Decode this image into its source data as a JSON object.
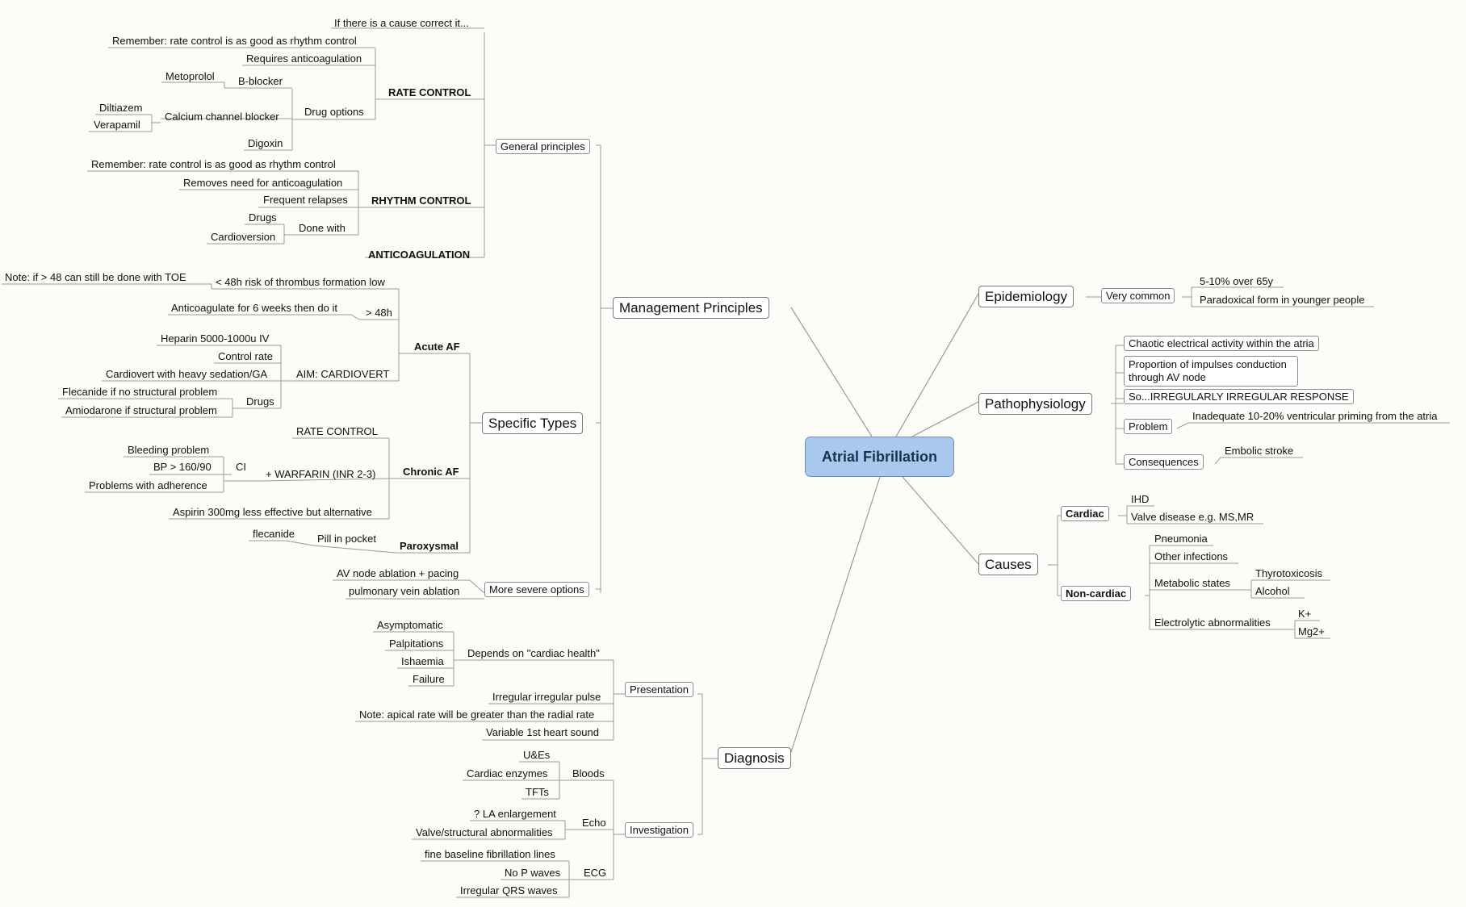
{
  "center": "Atrial Fibrillation",
  "colors": {
    "center_fill": "#a9c8ee",
    "center_border": "#6b8fbf",
    "line": "#9a9a9a",
    "background": "#fcfcf8"
  },
  "mgmt": {
    "title": "Management Principles",
    "general": {
      "title": "General principles",
      "cause": "If there is a cause correct it...",
      "rate": {
        "title": "RATE CONTROL",
        "remember": "Remember: rate control is as good as rhythm control",
        "anticoag": "Requires anticoagulation",
        "drug_options": "Drug options",
        "bblocker": "B-blocker",
        "metoprolol": "Metoprolol",
        "ccb": "Calcium channel blocker",
        "diltiazem": "Diltiazem",
        "verapamil": "Verapamil",
        "digoxin": "Digoxin"
      },
      "rhythm": {
        "title": "RHYTHM CONTROL",
        "remember": "Remember: rate control is as good as rhythm control",
        "removes": "Removes need for anticoagulation",
        "relapses": "Frequent relapses",
        "done_with": "Done with",
        "drugs": "Drugs",
        "cardioversion": "Cardioversion"
      },
      "anticoag": "ANTICOAGULATION"
    },
    "specific": {
      "title": "Specific Types",
      "acute": {
        "title": "Acute AF",
        "lt48": "< 48h risk of thrombus formation low",
        "note_toe": "Note: if > 48 can still be done with TOE",
        "gt48": "> 48h",
        "anticoag6": "Anticoagulate for 6 weeks then do it",
        "aim": "AIM: CARDIOVERT",
        "heparin": "Heparin 5000-1000u IV",
        "control_rate": "Control rate",
        "cardiovert": "Cardiovert with heavy sedation/GA",
        "drugs": "Drugs",
        "flecanide": "Flecanide if no structural problem",
        "amiodarone": "Amiodarone if structural problem"
      },
      "chronic": {
        "title": "Chronic AF",
        "rate": "RATE CONTROL",
        "warfarin": "+ WARFARIN (INR 2-3)",
        "ci": "CI",
        "bleeding": "Bleeding problem",
        "bp": "BP > 160/90",
        "adherence": "Problems with adherence",
        "aspirin": "Aspirin 300mg less effective but alternative"
      },
      "parox": {
        "title": "Paroxysmal",
        "pill": "Pill in pocket",
        "flecanide": "flecanide"
      }
    },
    "severe": {
      "title": "More severe options",
      "av": "AV node ablation + pacing",
      "pv": "pulmonary vein ablation"
    }
  },
  "diag": {
    "title": "Diagnosis",
    "presentation": {
      "title": "Presentation",
      "depends": "Depends on \"cardiac health\"",
      "asymptomatic": "Asymptomatic",
      "palpitations": "Palpitations",
      "ishaemia": "Ishaemia",
      "failure": "Failure",
      "irregular": "Irregular irregular pulse",
      "note": "Note: apical rate will be greater than the radial rate",
      "variable": "Variable 1st heart sound"
    },
    "investigation": {
      "title": "Investigation",
      "bloods": "Bloods",
      "ues": "U&Es",
      "enzymes": "Cardiac enzymes",
      "tfts": "TFTs",
      "echo": "Echo",
      "la": "? LA enlargement",
      "valve": "Valve/structural abnormalities",
      "ecg": "ECG",
      "fine": "fine baseline fibrillation lines",
      "nop": "No P waves",
      "qrs": "Irregular QRS waves"
    }
  },
  "epi": {
    "title": "Epidemiology",
    "common": "Very common",
    "over65": "5-10% over 65y",
    "paradox": "Paradoxical form in younger people"
  },
  "patho": {
    "title": "Pathophysiology",
    "chaotic": "Chaotic electrical activity within the atria",
    "proportion": "Proportion of impulses conduction through AV node",
    "irreg": "So...IRREGULARLY IRREGULAR RESPONSE",
    "problem": "Problem",
    "inadequate": "Inadequate 10-20% ventricular priming from the atria",
    "consequences": "Consequences",
    "embolic": "Embolic stroke"
  },
  "causes": {
    "title": "Causes",
    "cardiac": "Cardiac",
    "ihd": "IHD",
    "valve": "Valve disease e.g. MS,MR",
    "noncardiac": "Non-cardiac",
    "pneumonia": "Pneumonia",
    "infections": "Other infections",
    "metabolic": "Metabolic states",
    "thyro": "Thyrotoxicosis",
    "alcohol": "Alcohol",
    "electrolytic": "Electrolytic abnormalities",
    "k": "K+",
    "mg": "Mg2+"
  }
}
